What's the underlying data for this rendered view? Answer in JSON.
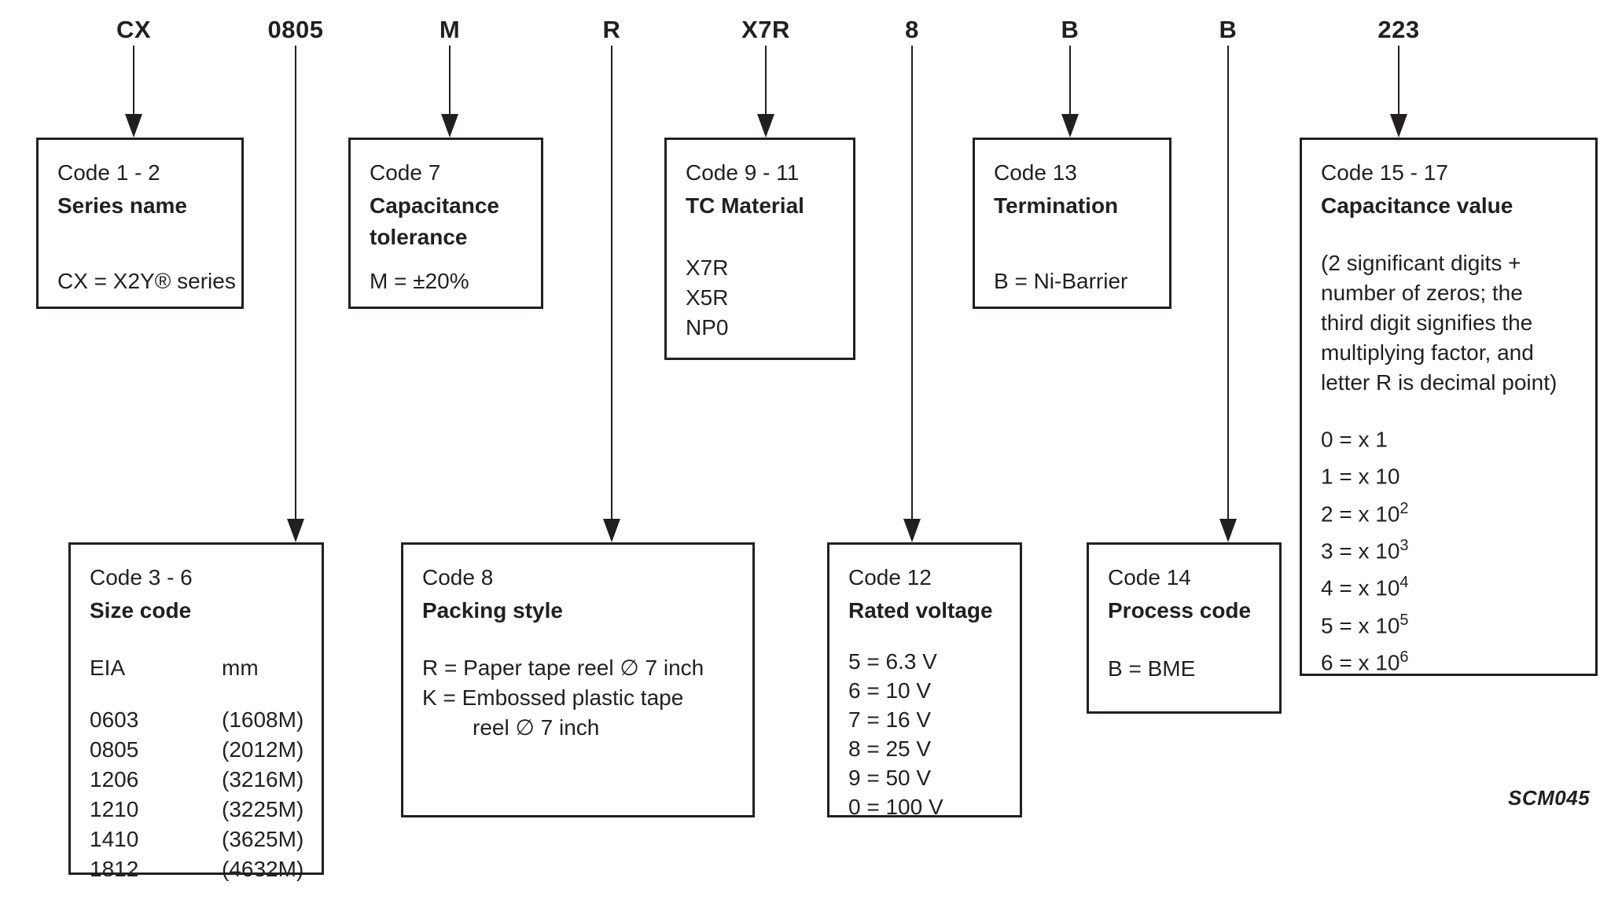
{
  "diagram": {
    "title_hint": "X2Y capacitor ordering code explanation",
    "part_code": [
      "CX",
      "0805",
      "M",
      "R",
      "X7R",
      "8",
      "B",
      "B",
      "223"
    ],
    "boxes": {
      "series_name": {
        "code": "Code 1 - 2",
        "title": "Series name",
        "value": "CX = X2Y® series"
      },
      "size_code": {
        "code": "Code 3 - 6",
        "title": "Size code",
        "col1": "EIA",
        "col2": "mm",
        "rows": [
          [
            "0603",
            "(1608M)"
          ],
          [
            "0805",
            "(2012M)"
          ],
          [
            "1206",
            "(3216M)"
          ],
          [
            "1210",
            "(3225M)"
          ],
          [
            "1410",
            "(3625M)"
          ],
          [
            "1812",
            "(4632M)"
          ]
        ]
      },
      "cap_tolerance": {
        "code": "Code 7",
        "title": "Capacitance tolerance",
        "value": "M = ±20%"
      },
      "packing_style": {
        "code": "Code 8",
        "title": "Packing style",
        "line1": "R = Paper tape reel ∅ 7 inch",
        "line2": "K = Embossed plastic tape",
        "line3": "reel ∅ 7 inch"
      },
      "tc_material": {
        "code": "Code 9 - 11",
        "title": "TC Material",
        "options": [
          "X7R",
          "X5R",
          "NP0"
        ]
      },
      "rated_voltage": {
        "code": "Code 12",
        "title": "Rated voltage",
        "options": [
          "5 = 6.3 V",
          "6 = 10 V",
          "7 = 16 V",
          "8 = 25 V",
          "9 = 50 V",
          "0 = 100 V"
        ]
      },
      "termination": {
        "code": "Code 13",
        "title": "Termination",
        "value": "B = Ni-Barrier"
      },
      "process_code": {
        "code": "Code 14",
        "title": "Process code",
        "value": "B = BME"
      },
      "cap_value": {
        "code": "Code 15 - 17",
        "title": "Capacitance value",
        "note_lines": [
          "(2 significant digits +",
          "number of zeros; the",
          "third digit signifies the",
          "multiplying factor, and",
          "letter R is decimal point)"
        ],
        "multipliers": [
          {
            "t": "0 = x 1",
            "e": ""
          },
          {
            "t": "1 = x 10",
            "e": ""
          },
          {
            "t": "2 = x 10",
            "e": "2"
          },
          {
            "t": "3 = x 10",
            "e": "3"
          },
          {
            "t": "4 = x 10",
            "e": "4"
          },
          {
            "t": "5 = x 10",
            "e": "5"
          },
          {
            "t": "6 = x 10",
            "e": "6"
          }
        ]
      }
    },
    "footnote": "SCM045",
    "colors": {
      "ink": "#231f20",
      "background": "#ffffff"
    }
  }
}
